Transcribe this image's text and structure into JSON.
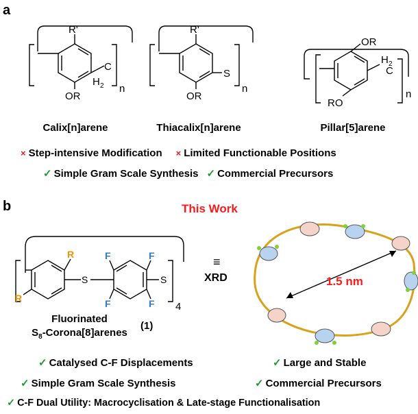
{
  "panel_a": {
    "letter": "a",
    "structures": [
      {
        "name": "Calix[n]arene",
        "sub_top": "R'",
        "sub_bottom": "OR",
        "bridge": "C",
        "bridge_h": "H",
        "bridge_h_sub": "2",
        "index": "n"
      },
      {
        "name": "Thiacalix[n]arene",
        "sub_top": "R'",
        "sub_bottom": "OR",
        "bridge": "S",
        "index": "n"
      },
      {
        "name": "Pillar[5]arene",
        "sub_top": "OR",
        "sub_bottom": "RO",
        "bridge_h": "H",
        "bridge_h_sub": "2",
        "bridge": "C",
        "index": "n"
      }
    ],
    "cons": [
      "Step-intensive Modification",
      "Limited Functionable Positions"
    ],
    "pros": [
      "Simple Gram Scale Synthesis",
      "Commercial Precursors"
    ]
  },
  "panel_b": {
    "letter": "b",
    "headline": "This Work",
    "structure": {
      "r_label": "R",
      "f_label": "F",
      "s_label": "S",
      "index": "4",
      "name_line1": "Fluorinated",
      "name_line2_prefix": "S",
      "name_line2_sub": "8",
      "name_line2_suffix": "-Corona[8]arenes",
      "compound_number": "(1)"
    },
    "equiv_symbol": "≡",
    "xrd_label": "XRD",
    "distance_label": "1.5 nm",
    "features_left": [
      "Catalysed C-F Displacements",
      "Simple Gram Scale Synthesis"
    ],
    "features_right": [
      "Large and Stable",
      "Commercial Precursors"
    ],
    "dual_utility": "C-F Dual Utility: Macrocyclisation & Late-stage Functionalisation"
  },
  "symbols": {
    "check": "✓",
    "cross": "×"
  },
  "colors": {
    "orange": "#f39200",
    "blue": "#2d7bc4",
    "red": "#ff1a1a",
    "green": "#1e9a33",
    "ring_pink": "#f5d3c8",
    "ring_blue": "#b7d3f0",
    "sulfur": "#d8a21a",
    "fluorine": "#7fd13b"
  }
}
